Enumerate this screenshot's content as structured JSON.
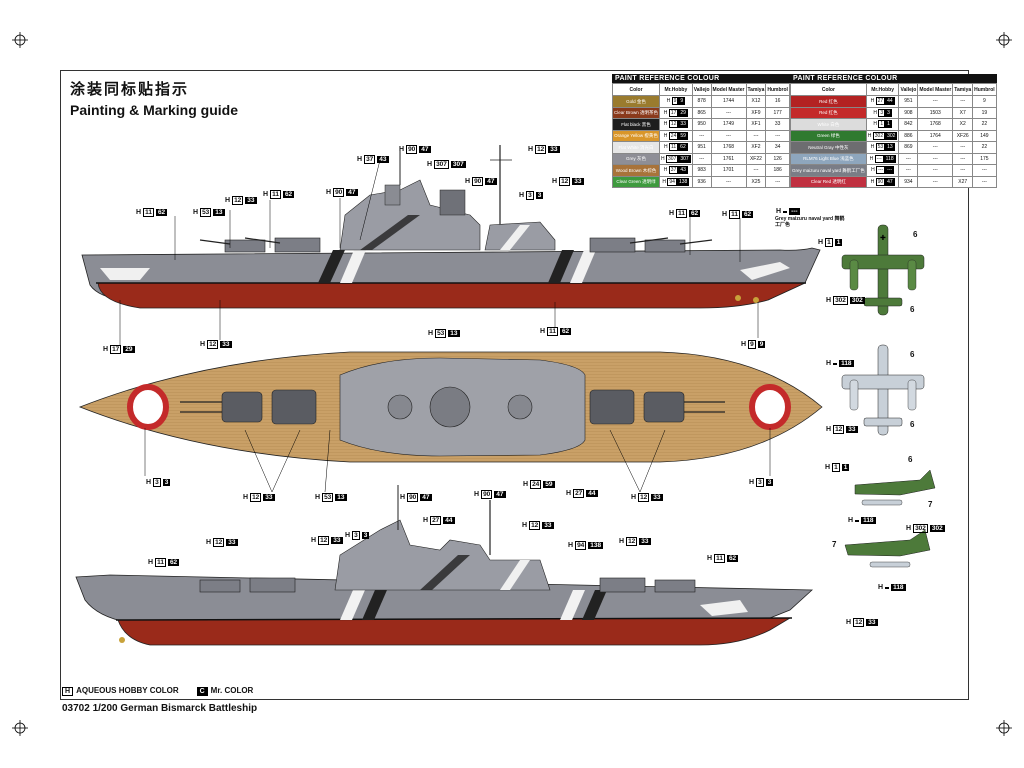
{
  "title_cn": "涂装同标贴指示",
  "title_en": "Painting & Marking guide",
  "footer": "03702 1/200 German Bismarck Battleship",
  "legend": {
    "aqueous_symbol": "H",
    "aqueous_label": "AQUEOUS HOBBY COLOR",
    "mr_symbol": "C",
    "mr_label": "Mr. COLOR"
  },
  "paint_tables": [
    {
      "caption": "PAINT REFERENCE COLOUR",
      "headers": [
        "Color",
        "Mr.Hobby",
        "Vallejo",
        "Model Master",
        "Tamiya",
        "Humbrol"
      ],
      "rows": [
        {
          "name": "Gold 金色",
          "swatch": "#9a7b2e",
          "h": "9",
          "c": "9",
          "vallejo": "878",
          "mm": "1744",
          "tamiya": "X12",
          "humbrol": "16"
        },
        {
          "name": "Clear Brown 透明茶色",
          "swatch": "#8a3a1c",
          "h": "17",
          "c": "29",
          "vallejo": "865",
          "mm": "---",
          "tamiya": "XF9",
          "humbrol": "177"
        },
        {
          "name": "Flat black 黑色",
          "swatch": "#1e1e1e",
          "h": "12",
          "c": "33",
          "vallejo": "950",
          "mm": "1749",
          "tamiya": "XF1",
          "humbrol": "33"
        },
        {
          "name": "Orange Yellow 橙黄色",
          "swatch": "#d9962a",
          "h": "24",
          "c": "59",
          "vallejo": "---",
          "mm": "---",
          "tamiya": "---",
          "humbrol": "---"
        },
        {
          "name": "Flat White 消光白",
          "swatch": "#e6e6e6",
          "h": "11",
          "c": "62",
          "vallejo": "951",
          "mm": "1768",
          "tamiya": "XF2",
          "humbrol": "34"
        },
        {
          "name": "Grey 灰色",
          "swatch": "#8e8e96",
          "h": "307",
          "c": "307",
          "vallejo": "---",
          "mm": "1761",
          "tamiya": "XF22",
          "humbrol": "126"
        },
        {
          "name": "Wood Brown 木棕色",
          "swatch": "#a8733a",
          "h": "37",
          "c": "43",
          "vallejo": "983",
          "mm": "1701",
          "tamiya": "---",
          "humbrol": "186"
        },
        {
          "name": "Clear Green 透明绿",
          "swatch": "#3e9a3e",
          "h": "94",
          "c": "138",
          "vallejo": "936",
          "mm": "---",
          "tamiya": "X25",
          "humbrol": "---"
        }
      ]
    },
    {
      "caption": "PAINT REFERENCE COLOUR",
      "headers": [
        "Color",
        "Mr.Hobby",
        "Vallejo",
        "Model Master",
        "Tamiya",
        "Humbrol"
      ],
      "rows": [
        {
          "name": "Red 红色",
          "swatch": "#b32222",
          "h": "27",
          "c": "44",
          "vallejo": "951",
          "mm": "---",
          "tamiya": "---",
          "humbrol": "9"
        },
        {
          "name": "Red 红色",
          "swatch": "#c42a2a",
          "h": "3",
          "c": "3",
          "vallejo": "908",
          "mm": "1503",
          "tamiya": "X7",
          "humbrol": "19"
        },
        {
          "name": "White 白色",
          "swatch": "#dcdcdc",
          "h": "1",
          "c": "1",
          "vallejo": "842",
          "mm": "1768",
          "tamiya": "X2",
          "humbrol": "22"
        },
        {
          "name": "Green 绿色",
          "swatch": "#2f7a2f",
          "h": "302",
          "c": "302",
          "vallejo": "886",
          "mm": "1764",
          "tamiya": "XF26",
          "humbrol": "149"
        },
        {
          "name": "Neutral Gray 中性灰",
          "swatch": "#6d6d70",
          "h": "53",
          "c": "13",
          "vallejo": "869",
          "mm": "---",
          "tamiya": "---",
          "humbrol": "22"
        },
        {
          "name": "RLM76 Light Blue 浅蓝色",
          "swatch": "#8ea6bd",
          "h": "---",
          "c": "118",
          "vallejo": "---",
          "mm": "---",
          "tamiya": "---",
          "humbrol": "175"
        },
        {
          "name": "Grey maizuru naval yard 舞鹤工厂色",
          "swatch": "#7a7d86",
          "h": "---",
          "c": "---",
          "vallejo": "---",
          "mm": "---",
          "tamiya": "---",
          "humbrol": "---"
        },
        {
          "name": "Clear Red 透明红",
          "swatch": "#c03040",
          "h": "90",
          "c": "47",
          "vallejo": "934",
          "mm": "---",
          "tamiya": "X27",
          "humbrol": "---"
        }
      ]
    }
  ],
  "callouts": [
    {
      "h": "H",
      "n": "37",
      "c": "43"
    },
    {
      "h": "H",
      "n": "90",
      "c": "47"
    },
    {
      "h": "H",
      "n": "307",
      "c": "307"
    },
    {
      "h": "H",
      "n": "12",
      "c": "33"
    },
    {
      "h": "H",
      "n": "11",
      "c": "62"
    },
    {
      "h": "H",
      "n": "90",
      "c": "47"
    },
    {
      "h": "H",
      "n": "11",
      "c": "62"
    },
    {
      "h": "H",
      "n": "53",
      "c": "13"
    },
    {
      "h": "H",
      "n": "90",
      "c": "47"
    },
    {
      "h": "H",
      "n": "3",
      "c": "3"
    },
    {
      "h": "H",
      "n": "12",
      "c": "33"
    },
    {
      "h": "H",
      "n": "12",
      "c": "33"
    },
    {
      "h": "H",
      "n": "11",
      "c": "62"
    },
    {
      "h": "H",
      "n": "11",
      "c": "62"
    },
    {
      "h": "H",
      "n": "",
      "c": "---"
    },
    {
      "h": "H",
      "n": "17",
      "c": "29"
    },
    {
      "h": "H",
      "n": "12",
      "c": "33"
    },
    {
      "h": "H",
      "n": "11",
      "c": "62"
    },
    {
      "h": "H",
      "n": "9",
      "c": "9"
    },
    {
      "h": "H",
      "n": "53",
      "c": "13"
    },
    {
      "h": "H",
      "n": "3",
      "c": "3"
    },
    {
      "h": "H",
      "n": "12",
      "c": "33"
    },
    {
      "h": "H",
      "n": "53",
      "c": "13"
    },
    {
      "h": "H",
      "n": "24",
      "c": "59"
    },
    {
      "h": "H",
      "n": "27",
      "c": "44"
    },
    {
      "h": "H",
      "n": "12",
      "c": "33"
    },
    {
      "h": "H",
      "n": "3",
      "c": "3"
    },
    {
      "h": "H",
      "n": "90",
      "c": "47"
    },
    {
      "h": "H",
      "n": "90",
      "c": "47"
    },
    {
      "h": "H",
      "n": "27",
      "c": "44"
    },
    {
      "h": "H",
      "n": "3",
      "c": "3"
    },
    {
      "h": "H",
      "n": "12",
      "c": "33"
    },
    {
      "h": "H",
      "n": "12",
      "c": "33"
    },
    {
      "h": "H",
      "n": "12",
      "c": "33"
    },
    {
      "h": "H",
      "n": "94",
      "c": "138"
    },
    {
      "h": "H",
      "n": "12",
      "c": "33"
    },
    {
      "h": "H",
      "n": "11",
      "c": "62"
    },
    {
      "h": "H",
      "n": "11",
      "c": "62"
    },
    {
      "h": "H",
      "n": "12",
      "c": "33"
    },
    {
      "h": "H",
      "n": "1",
      "c": "1"
    },
    {
      "h": "H",
      "n": "302",
      "c": "302"
    },
    {
      "h": "H",
      "n": "",
      "c": "118"
    },
    {
      "h": "H",
      "n": "12",
      "c": "33"
    },
    {
      "h": "H",
      "n": "1",
      "c": "1"
    },
    {
      "h": "H",
      "n": "",
      "c": "118"
    },
    {
      "h": "H",
      "n": "302",
      "c": "302"
    },
    {
      "h": "H",
      "n": "",
      "c": "118"
    }
  ],
  "note_grey_maizuru": "Grey maizuru naval yard 舞鹤工厂色",
  "decal_numbers": [
    "6",
    "6",
    "6",
    "6",
    "6",
    "7",
    "7"
  ],
  "colors": {
    "hull_grey": "#8b8d95",
    "hull_red": "#9a2a1a",
    "deck_wood": "#c49a5e",
    "aircraft_green": "#4d7a3a",
    "aircraft_light": "#c8d0d8"
  }
}
